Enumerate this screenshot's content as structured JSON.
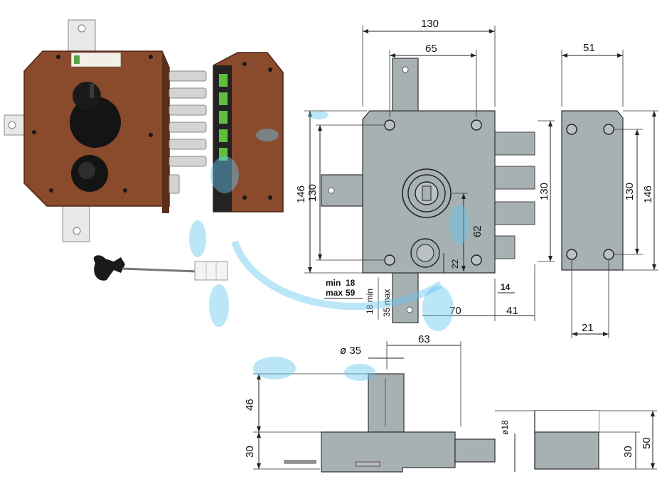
{
  "photo": {
    "key_icon": "key-icon"
  },
  "front_view": {
    "width": "130",
    "hole_spacing": "65",
    "height_outer": "146",
    "height_inner": "130",
    "right_height": "130",
    "cylinder_offset": "62",
    "lower_offset": "22",
    "min_label": "min",
    "min_value": "18",
    "max_label": "max",
    "max_value": "59",
    "backset_min": "18 min",
    "backset_max": "35 max",
    "bolt_span": "70",
    "bolt_thickness": "14",
    "bolt_throw": "41",
    "key_offset": "63"
  },
  "side_view": {
    "depth": "51",
    "height_inner": "130",
    "height_outer": "146",
    "bottom_depth": "21"
  },
  "section_view": {
    "diameter": "ø 35",
    "height_top": "46",
    "height_body": "30",
    "bolt_diameter": "ø18",
    "keeper_height": "30",
    "keeper_total": "50"
  },
  "colors": {
    "lock_body": "#a7b0b3",
    "photo_case": "#8a4a2c",
    "watermark": "#66c8f0"
  }
}
